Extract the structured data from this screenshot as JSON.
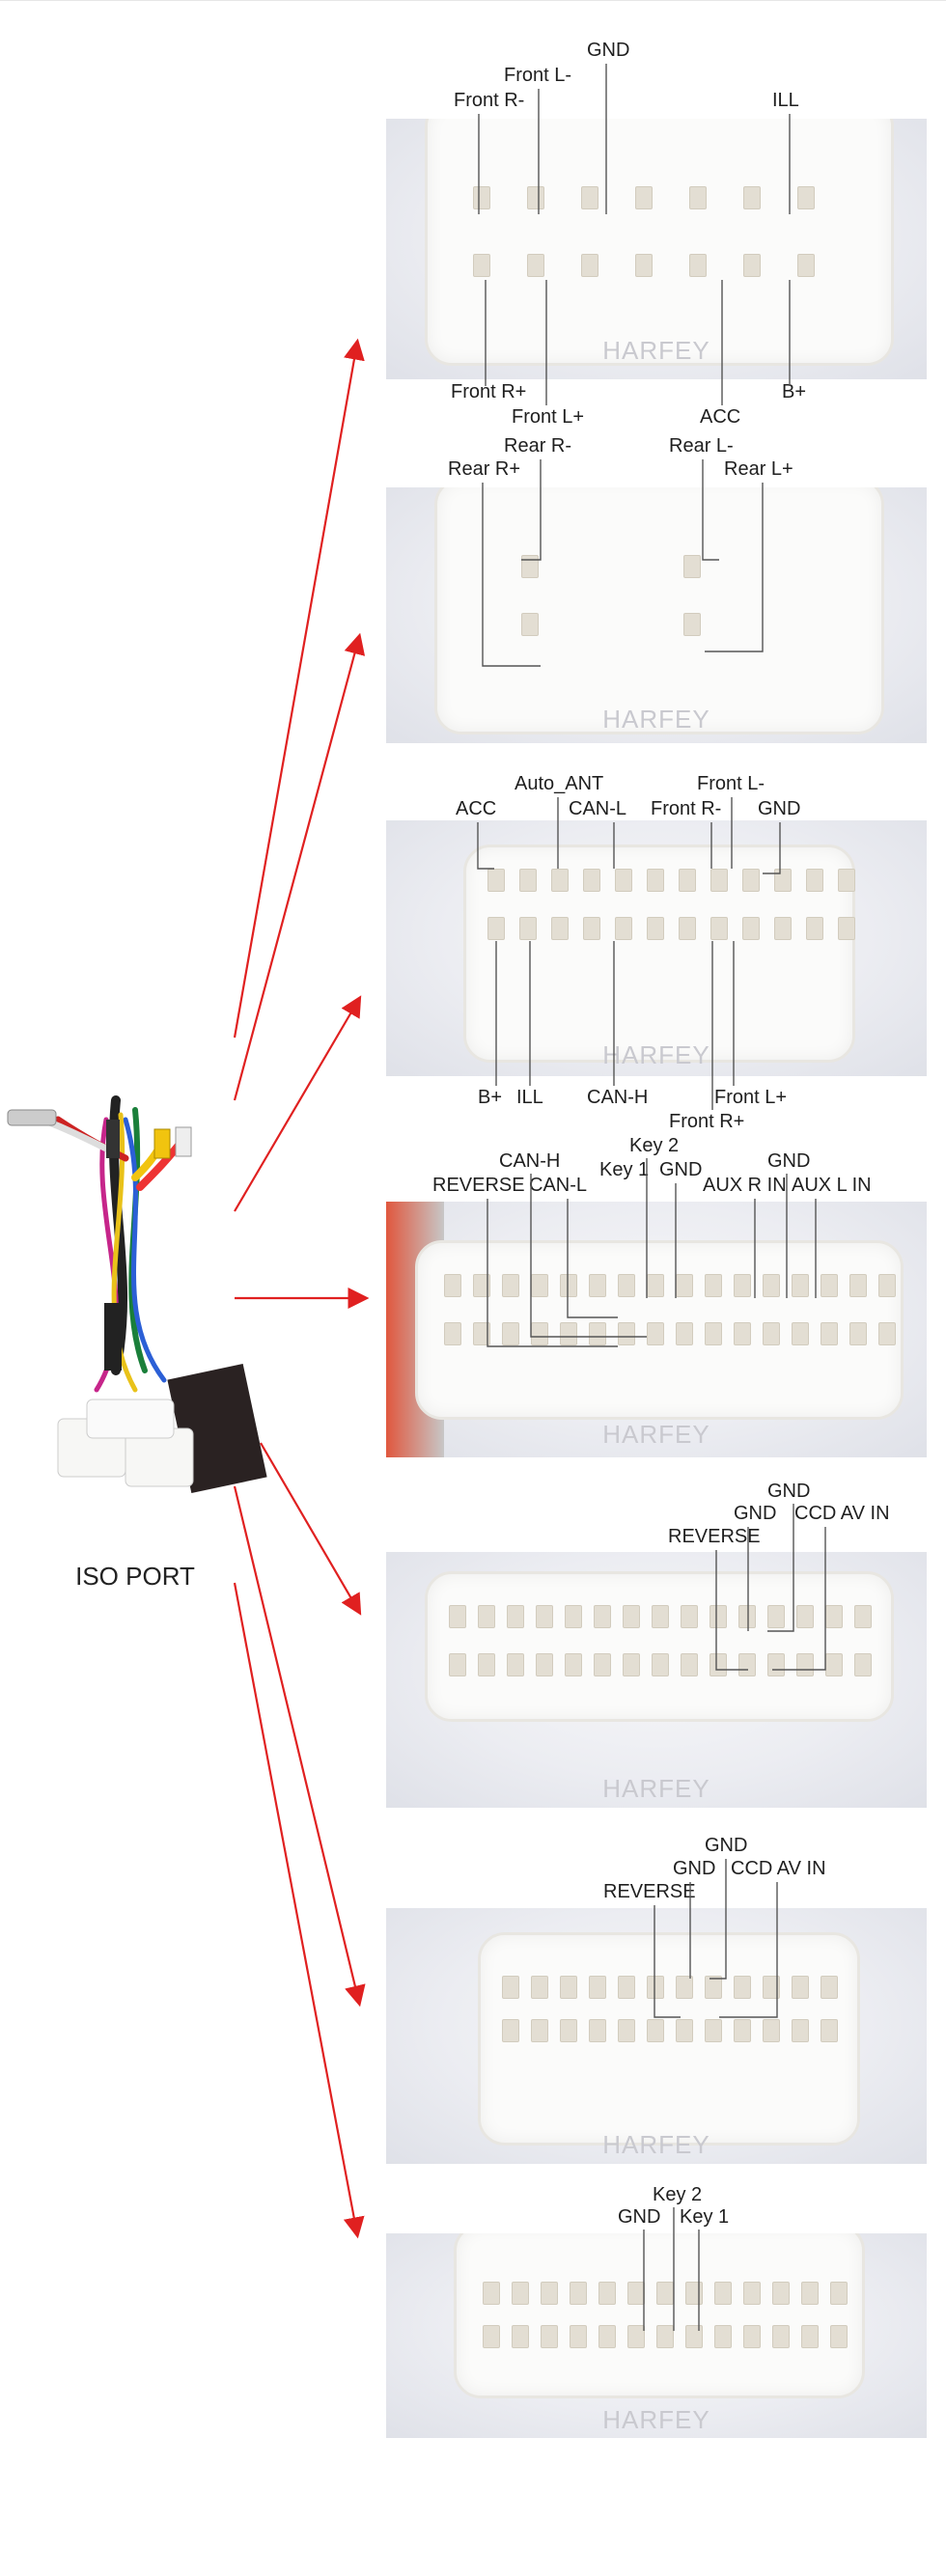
{
  "caption": "ISO PORT",
  "watermark": "HARFEY",
  "panels": [
    {
      "labels": {
        "gnd": "GND",
        "front_l_minus": "Front L-",
        "front_r_minus": "Front R-",
        "ill": "ILL",
        "front_r_plus": "Front R+",
        "front_l_plus": "Front L+",
        "acc": "ACC",
        "b_plus": "B+"
      }
    },
    {
      "labels": {
        "rear_r_minus": "Rear R-",
        "rear_l_minus": "Rear L-",
        "rear_r_plus": "Rear R+",
        "rear_l_plus": "Rear L+"
      }
    },
    {
      "labels": {
        "auto_ant": "Auto_ANT",
        "front_l_minus": "Front L-",
        "acc": "ACC",
        "can_l": "CAN-L",
        "front_r_minus": "Front R-",
        "gnd": "GND",
        "b_plus": "B+",
        "ill": "ILL",
        "can_h": "CAN-H",
        "front_l_plus": "Front L+",
        "front_r_plus": "Front R+"
      }
    },
    {
      "labels": {
        "can_h": "CAN-H",
        "key2": "Key 2",
        "gnd_top": "GND",
        "reverse": "REVERSE",
        "can_l": "CAN-L",
        "key1": "Key 1",
        "gnd": "GND",
        "aux_r_in": "AUX R IN",
        "aux_l_in": "AUX L IN"
      }
    },
    {
      "labels": {
        "gnd_top": "GND",
        "gnd": "GND",
        "ccd_av_in": "CCD AV IN",
        "reverse": "REVERSE"
      }
    },
    {
      "labels": {
        "gnd_top": "GND",
        "gnd": "GND",
        "ccd_av_in": "CCD AV IN",
        "reverse": "REVERSE"
      }
    },
    {
      "labels": {
        "key2": "Key 2",
        "gnd": "GND",
        "key1": "Key 1"
      }
    }
  ],
  "colors": {
    "arrow": "#e02020",
    "lead": "#555555",
    "connector": "#fbfbfa"
  }
}
